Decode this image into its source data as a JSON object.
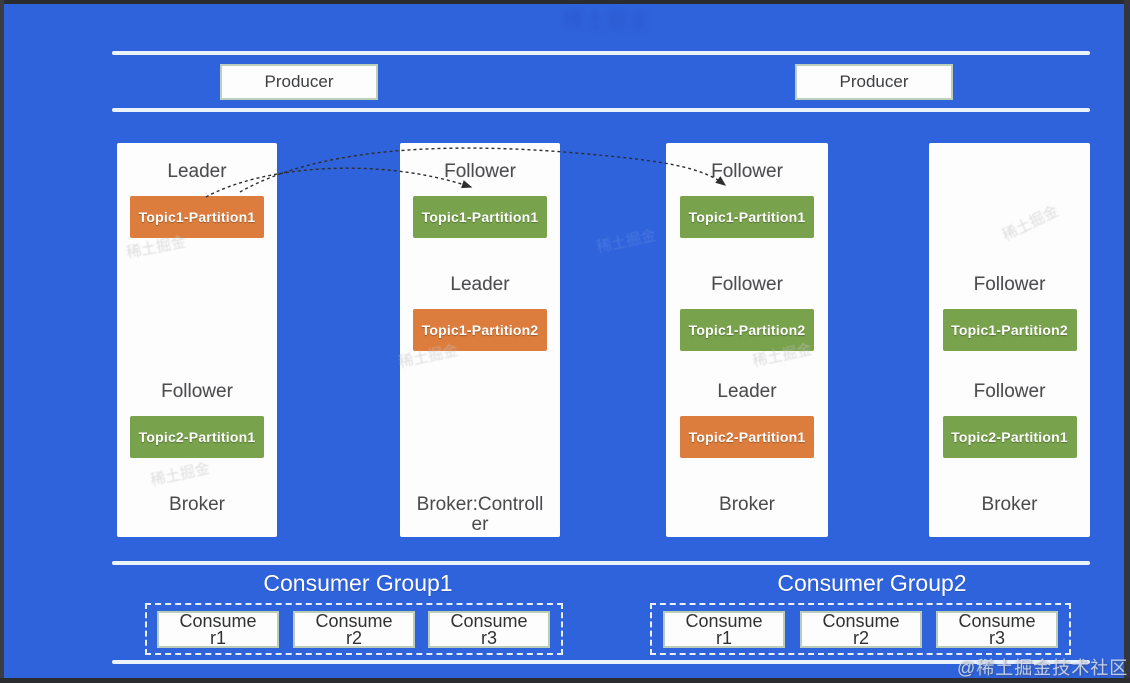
{
  "colors": {
    "background": "#2f63dc",
    "chip_orange": "#dd7d3d",
    "chip_green": "#79a24c",
    "frame_dark": "#2a2c30",
    "bus_line": "#ecf2fb",
    "box_border_green": "#bccfbc"
  },
  "producers": [
    {
      "label": "Producer"
    },
    {
      "label": "Producer"
    }
  ],
  "brokers": [
    {
      "slot0": {
        "role": "Leader",
        "chip": "Topic1-Partition1",
        "variant": "orange"
      },
      "slot2": {
        "role": "Follower",
        "chip": "Topic2-Partition1",
        "variant": "green"
      },
      "footer_lines": [
        "Broker"
      ]
    },
    {
      "slot0": {
        "role": "Follower",
        "chip": "Topic1-Partition1",
        "variant": "green"
      },
      "slot1": {
        "role": "Leader",
        "chip": "Topic1-Partition2",
        "variant": "orange"
      },
      "footer_lines": [
        "Broker:Controll",
        "er"
      ]
    },
    {
      "slot0": {
        "role": "Follower",
        "chip": "Topic1-Partition1",
        "variant": "green"
      },
      "slot1": {
        "role": "Follower",
        "chip": "Topic1-Partition2",
        "variant": "green"
      },
      "slot2": {
        "role": "Leader",
        "chip": "Topic2-Partition1",
        "variant": "orange"
      },
      "footer_lines": [
        "Broker"
      ]
    },
    {
      "slot1": {
        "role": "Follower",
        "chip": "Topic1-Partition2",
        "variant": "green"
      },
      "slot2": {
        "role": "Follower",
        "chip": "Topic2-Partition1",
        "variant": "green"
      },
      "footer_lines": [
        "Broker"
      ]
    }
  ],
  "consumer_groups": [
    {
      "title": "Consumer Group1",
      "consumers": [
        {
          "lines": [
            "Consume",
            "r1"
          ]
        },
        {
          "lines": [
            "Consume",
            "r2"
          ]
        },
        {
          "lines": [
            "Consume",
            "r3"
          ]
        }
      ]
    },
    {
      "title": "Consumer Group2",
      "consumers": [
        {
          "lines": [
            "Consume",
            "r1"
          ]
        },
        {
          "lines": [
            "Consume",
            "r2"
          ]
        },
        {
          "lines": [
            "Consume",
            "r3"
          ]
        }
      ]
    }
  ],
  "watermark": {
    "main": "@稀土掘金技术社区",
    "faint": "稀土掘金"
  }
}
